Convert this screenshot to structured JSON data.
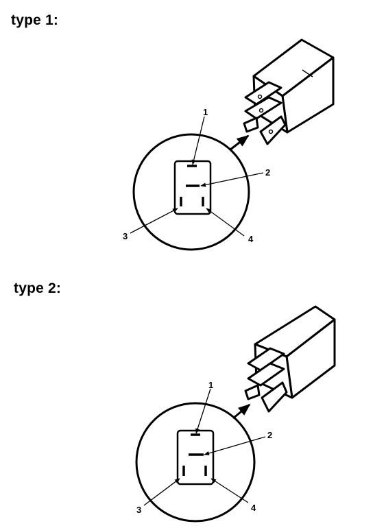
{
  "diagrams": [
    {
      "title": "type 1:",
      "callouts": [
        "1",
        "2",
        "3",
        "4"
      ]
    },
    {
      "title": "type 2:",
      "callouts": [
        "1",
        "2",
        "3",
        "4"
      ]
    }
  ],
  "colors": {
    "ink": "#000000",
    "paper": "#ffffff"
  }
}
